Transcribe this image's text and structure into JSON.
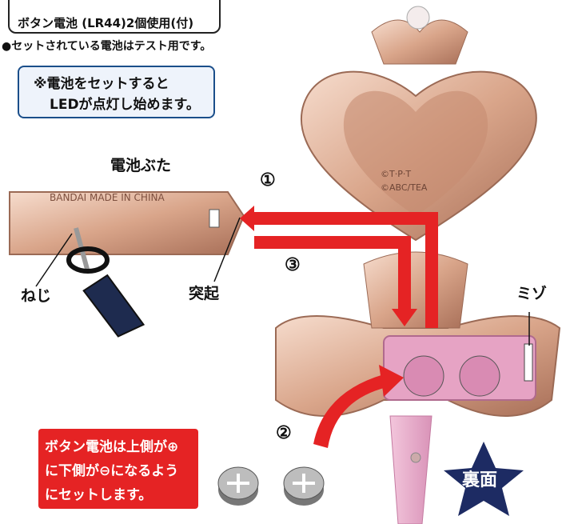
{
  "battery": {
    "label": "ボタン電池 (LR44)2個使用(付)",
    "note": "●セットされている電池はテスト用です。"
  },
  "led_notice": {
    "line1": "※電池をセットすると",
    "line2": "LEDが点灯し始めます。"
  },
  "labels": {
    "battery_cover": "電池ぶた",
    "screw": "ねじ",
    "protrusion": "突起",
    "groove": "ミゾ",
    "back_side": "裏面"
  },
  "steps": {
    "step1": "①",
    "step2": "②",
    "step3": "③"
  },
  "instruction": {
    "line1": "ボタン電池は上側が⊕",
    "line2": "に下側が⊖になるよう",
    "line3": "にセットします。"
  },
  "cover_engraving": {
    "line1": "BANDAI MADE IN CHINA"
  },
  "heart_engraving": {
    "line1": "©T·P·T",
    "line2": "©ABC/TEA"
  },
  "colors": {
    "arrow_red": "#e52324",
    "led_border": "#1a4e8a",
    "star_navy": "#1d2b63",
    "pink": "#e6a3c4",
    "gold": "#d9a58a"
  }
}
